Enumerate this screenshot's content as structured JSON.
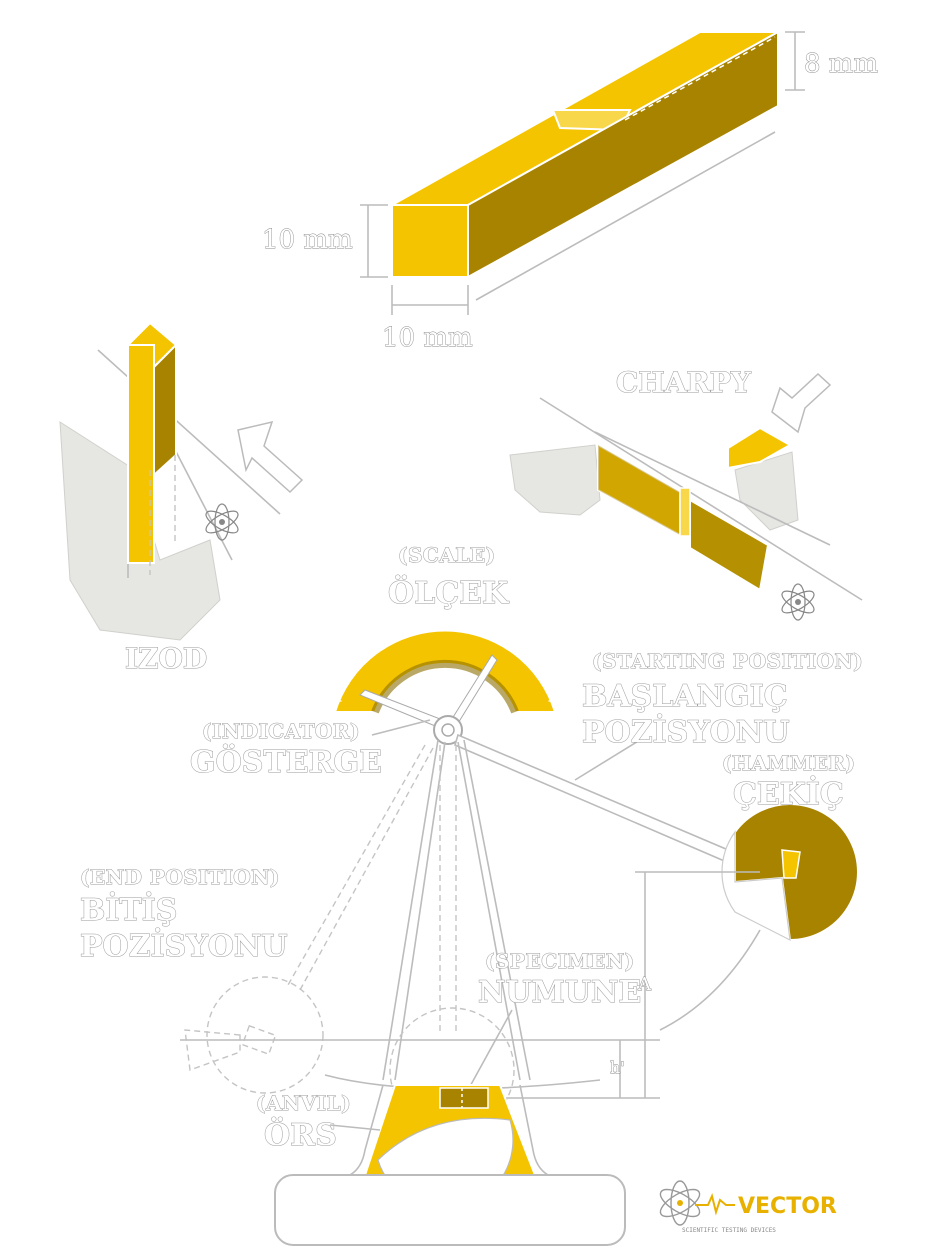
{
  "colors": {
    "accent": "#f4c400",
    "accent_dark": "#a88300",
    "line": "#bcbcbc",
    "label_fill": "#ffffff",
    "label_outline": "#9a9a9a"
  },
  "specimen": {
    "height_label": "10 mm",
    "width_label": "10 mm",
    "notch_depth_label": "8 mm"
  },
  "tests": {
    "izod_label": "IZOD",
    "charpy_label": "CHARPY"
  },
  "machine": {
    "scale_en": "(SCALE)",
    "scale_tr": "ÖLÇEK",
    "start_en": "(STARTING POSITION)",
    "start_tr_line1": "BAŞLANGIÇ",
    "start_tr_line2": "POZİSYONU",
    "indicator_en": "(INDICATOR)",
    "indicator_tr": "GÖSTERGE",
    "hammer_en": "(HAMMER)",
    "hammer_tr": "ÇEKİÇ",
    "end_en": "(END POSITION)",
    "end_tr_line1": "BİTİŞ",
    "end_tr_line2": "POZİSYONU",
    "specimen_en": "(SPECIMEN)",
    "specimen_tr": "NUMUNE",
    "anvil_en": "(ANVIL)",
    "anvil_tr": "ÖRS",
    "height_a": "A",
    "height_h": "h'"
  },
  "logo": {
    "word": "VECTOR",
    "tagline": "SCIENTIFIC TESTING DEVICES",
    "icon": "atom-icon"
  }
}
